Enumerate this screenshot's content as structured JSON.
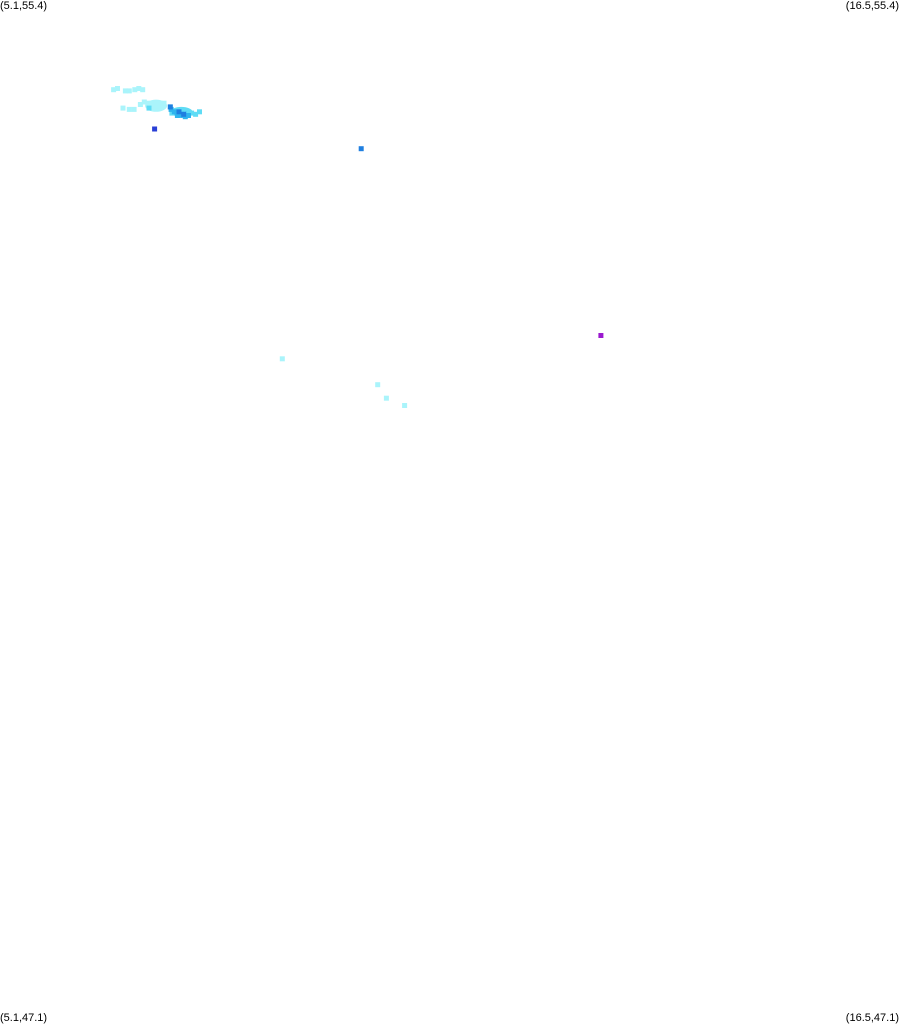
{
  "corners": {
    "top_left": "(5.1,55.4)",
    "top_right": "(16.5,55.4)",
    "bottom_left": "(5.1,47.1)",
    "bottom_right": "(16.5,47.1)"
  },
  "bounds": {
    "lon_min": 5.1,
    "lon_max": 16.5,
    "lat_min": 47.1,
    "lat_max": 55.4
  },
  "colors": {
    "light_cyan": "#aaf4fb",
    "cyan": "#5fdcf5",
    "sky_blue": "#2fb4ee",
    "mid_blue": "#1f7fe0",
    "deep_blue": "#2a3fd6",
    "purple": "#9b19cf"
  },
  "points": [
    {
      "lon": 6.54,
      "lat": 54.67,
      "color": "light_cyan"
    },
    {
      "lon": 6.59,
      "lat": 54.68,
      "color": "light_cyan"
    },
    {
      "lon": 6.69,
      "lat": 54.66,
      "color": "light_cyan"
    },
    {
      "lon": 6.74,
      "lat": 54.66,
      "color": "light_cyan"
    },
    {
      "lon": 6.81,
      "lat": 54.67,
      "color": "light_cyan"
    },
    {
      "lon": 6.86,
      "lat": 54.68,
      "color": "light_cyan"
    },
    {
      "lon": 6.91,
      "lat": 54.67,
      "color": "light_cyan"
    },
    {
      "lon": 6.66,
      "lat": 54.52,
      "color": "light_cyan"
    },
    {
      "lon": 6.74,
      "lat": 54.51,
      "color": "light_cyan"
    },
    {
      "lon": 6.8,
      "lat": 54.51,
      "color": "light_cyan"
    },
    {
      "lon": 6.88,
      "lat": 54.55,
      "color": "light_cyan"
    },
    {
      "lon": 6.93,
      "lat": 54.57,
      "color": "light_cyan"
    },
    {
      "lon": 6.99,
      "lat": 54.56,
      "color": "light_cyan"
    },
    {
      "lon": 7.04,
      "lat": 54.55,
      "color": "light_cyan"
    },
    {
      "lon": 7.09,
      "lat": 54.54,
      "color": "light_cyan"
    },
    {
      "lon": 7.18,
      "lat": 54.56,
      "color": "light_cyan"
    },
    {
      "lon": 7.26,
      "lat": 54.53,
      "color": "light_cyan"
    },
    {
      "lon": 6.99,
      "lat": 54.52,
      "color": "cyan"
    },
    {
      "lon": 7.28,
      "lat": 54.48,
      "color": "cyan"
    },
    {
      "lon": 7.35,
      "lat": 54.5,
      "color": "cyan"
    },
    {
      "lon": 7.42,
      "lat": 54.49,
      "color": "cyan"
    },
    {
      "lon": 7.46,
      "lat": 54.47,
      "color": "cyan"
    },
    {
      "lon": 7.53,
      "lat": 54.48,
      "color": "cyan"
    },
    {
      "lon": 7.58,
      "lat": 54.47,
      "color": "cyan"
    },
    {
      "lon": 7.63,
      "lat": 54.49,
      "color": "cyan"
    },
    {
      "lon": 7.27,
      "lat": 54.51,
      "color": "sky_blue"
    },
    {
      "lon": 7.31,
      "lat": 54.49,
      "color": "sky_blue"
    },
    {
      "lon": 7.35,
      "lat": 54.46,
      "color": "sky_blue"
    },
    {
      "lon": 7.4,
      "lat": 54.47,
      "color": "sky_blue"
    },
    {
      "lon": 7.45,
      "lat": 54.45,
      "color": "sky_blue"
    },
    {
      "lon": 7.49,
      "lat": 54.46,
      "color": "sky_blue"
    },
    {
      "lon": 7.37,
      "lat": 54.49,
      "color": "mid_blue"
    },
    {
      "lon": 7.43,
      "lat": 54.47,
      "color": "mid_blue"
    },
    {
      "lon": 7.26,
      "lat": 54.53,
      "color": "mid_blue"
    },
    {
      "lon": 7.06,
      "lat": 54.35,
      "color": "deep_blue"
    },
    {
      "lon": 9.68,
      "lat": 54.19,
      "color": "mid_blue"
    },
    {
      "lon": 12.72,
      "lat": 52.67,
      "color": "purple"
    },
    {
      "lon": 8.68,
      "lat": 52.48,
      "color": "light_cyan"
    },
    {
      "lon": 9.89,
      "lat": 52.27,
      "color": "light_cyan"
    },
    {
      "lon": 10.0,
      "lat": 52.16,
      "color": "light_cyan"
    },
    {
      "lon": 10.23,
      "lat": 52.1,
      "color": "light_cyan"
    }
  ],
  "blobs": [
    {
      "lon": 7.08,
      "lat": 54.54,
      "rx_deg": 0.14,
      "ry_deg": 0.05,
      "color": "light_cyan"
    },
    {
      "lon": 7.4,
      "lat": 54.49,
      "rx_deg": 0.14,
      "ry_deg": 0.04,
      "color": "cyan"
    },
    {
      "lon": 7.4,
      "lat": 54.47,
      "rx_deg": 0.09,
      "ry_deg": 0.03,
      "color": "sky_blue"
    }
  ]
}
